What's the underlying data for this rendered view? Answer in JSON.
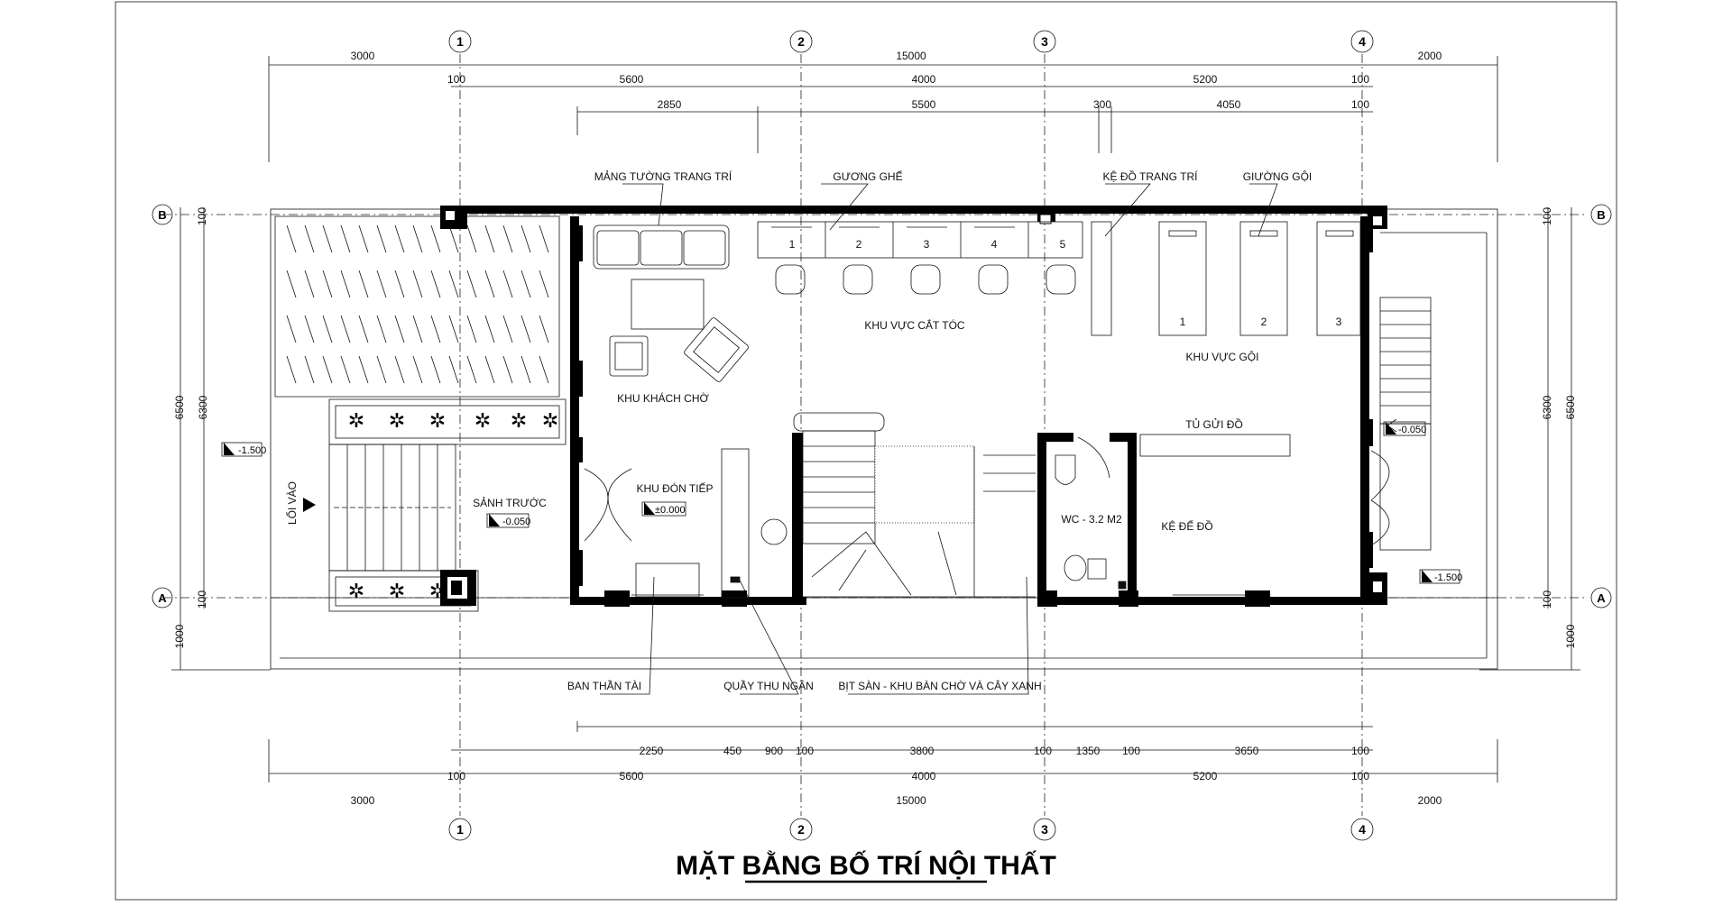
{
  "title": "MẶT BẰNG BỐ TRÍ NỘI THẤT",
  "grid_axes": {
    "columns": [
      "1",
      "2",
      "3",
      "4"
    ],
    "rows": [
      "A",
      "B"
    ]
  },
  "dimensions": {
    "top_row1": [
      "3000",
      "15000",
      "2000"
    ],
    "top_row2": [
      "100",
      "5600",
      "4000",
      "5200",
      "100"
    ],
    "top_row3": [
      "2850",
      "5500",
      "300",
      "4050",
      "100"
    ],
    "bottom_row1": [
      "2250",
      "450",
      "900",
      "100",
      "3800",
      "100",
      "1350",
      "100",
      "3650",
      "100"
    ],
    "bottom_row2": [
      "100",
      "5600",
      "4000",
      "5200",
      "100"
    ],
    "bottom_row3": [
      "3000",
      "15000",
      "2000"
    ],
    "left": [
      "100",
      "6500",
      "6300",
      "100",
      "1000"
    ],
    "right": [
      "100",
      "6500",
      "6300",
      "100",
      "1000"
    ]
  },
  "labels": {
    "mang_tuong": "MẢNG TƯỜNG TRANG TRÍ",
    "guong_ghe": "GƯƠNG GHẾ",
    "ke_do_trang_tri": "KỆ ĐỒ TRANG TRÍ",
    "giuong_goi": "GIƯỜNG GỘI",
    "khu_cat_toc": "KHU VỰC CẮT TÓC",
    "khu_goi": "KHU VỰC GỘI",
    "khu_khach_cho": "KHU KHÁCH CHỜ",
    "tu_gui_do": "TỦ GỬI ĐỒ",
    "khu_don_tiep": "KHU ĐÓN TIẾP",
    "sanh_truoc": "SẢNH TRƯỚC",
    "loi_vao": "LỐI VÀO",
    "wc": "WC - 3.2 M2",
    "ke_de_do": "KỆ ĐỂ ĐỒ",
    "ban_than_tai": "BAN THẦN TÀI",
    "quay_thu_ngan": "QUẦY THU NGÂN",
    "bit_san": "BỊT SÀN - KHU BÀN CHỜ VÀ CÂY XANH"
  },
  "levels": {
    "left_outdoor": "-1.500",
    "sanh": "-0.050",
    "don_tiep": "±0.000",
    "stair_landing": "-0.050",
    "right_outdoor": "-1.500"
  },
  "station_numbers": [
    "1",
    "2",
    "3",
    "4",
    "5"
  ],
  "bed_numbers": [
    "1",
    "2",
    "3"
  ]
}
